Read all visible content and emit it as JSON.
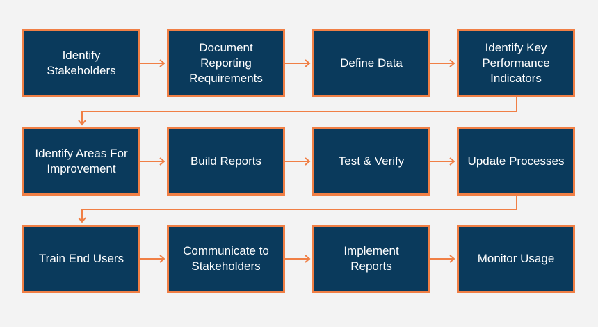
{
  "colors": {
    "background": "#f3f3f3",
    "box_fill": "#0a3a5c",
    "box_border": "#f07f45",
    "arrow": "#f07f45",
    "text": "#ffffff"
  },
  "rows": [
    {
      "steps": [
        {
          "name": "step-identify-stakeholders",
          "label": "Identify\nStakeholders"
        },
        {
          "name": "step-document-reporting-requirements",
          "label": "Document\nReporting\nRequirements"
        },
        {
          "name": "step-define-data",
          "label": "Define Data"
        },
        {
          "name": "step-identify-kpis",
          "label": "Identify Key\nPerformance\nIndicators"
        }
      ]
    },
    {
      "steps": [
        {
          "name": "step-identify-areas-for-improvement",
          "label": "Identify Areas For\nImprovement"
        },
        {
          "name": "step-build-reports",
          "label": "Build Reports"
        },
        {
          "name": "step-test-verify",
          "label": "Test & Verify"
        },
        {
          "name": "step-update-processes",
          "label": "Update Processes"
        }
      ]
    },
    {
      "steps": [
        {
          "name": "step-train-end-users",
          "label": "Train End Users"
        },
        {
          "name": "step-communicate-to-stakeholders",
          "label": "Communicate to\nStakeholders"
        },
        {
          "name": "step-implement-reports",
          "label": "Implement\nReports"
        },
        {
          "name": "step-monitor-usage",
          "label": "Monitor Usage"
        }
      ]
    }
  ]
}
